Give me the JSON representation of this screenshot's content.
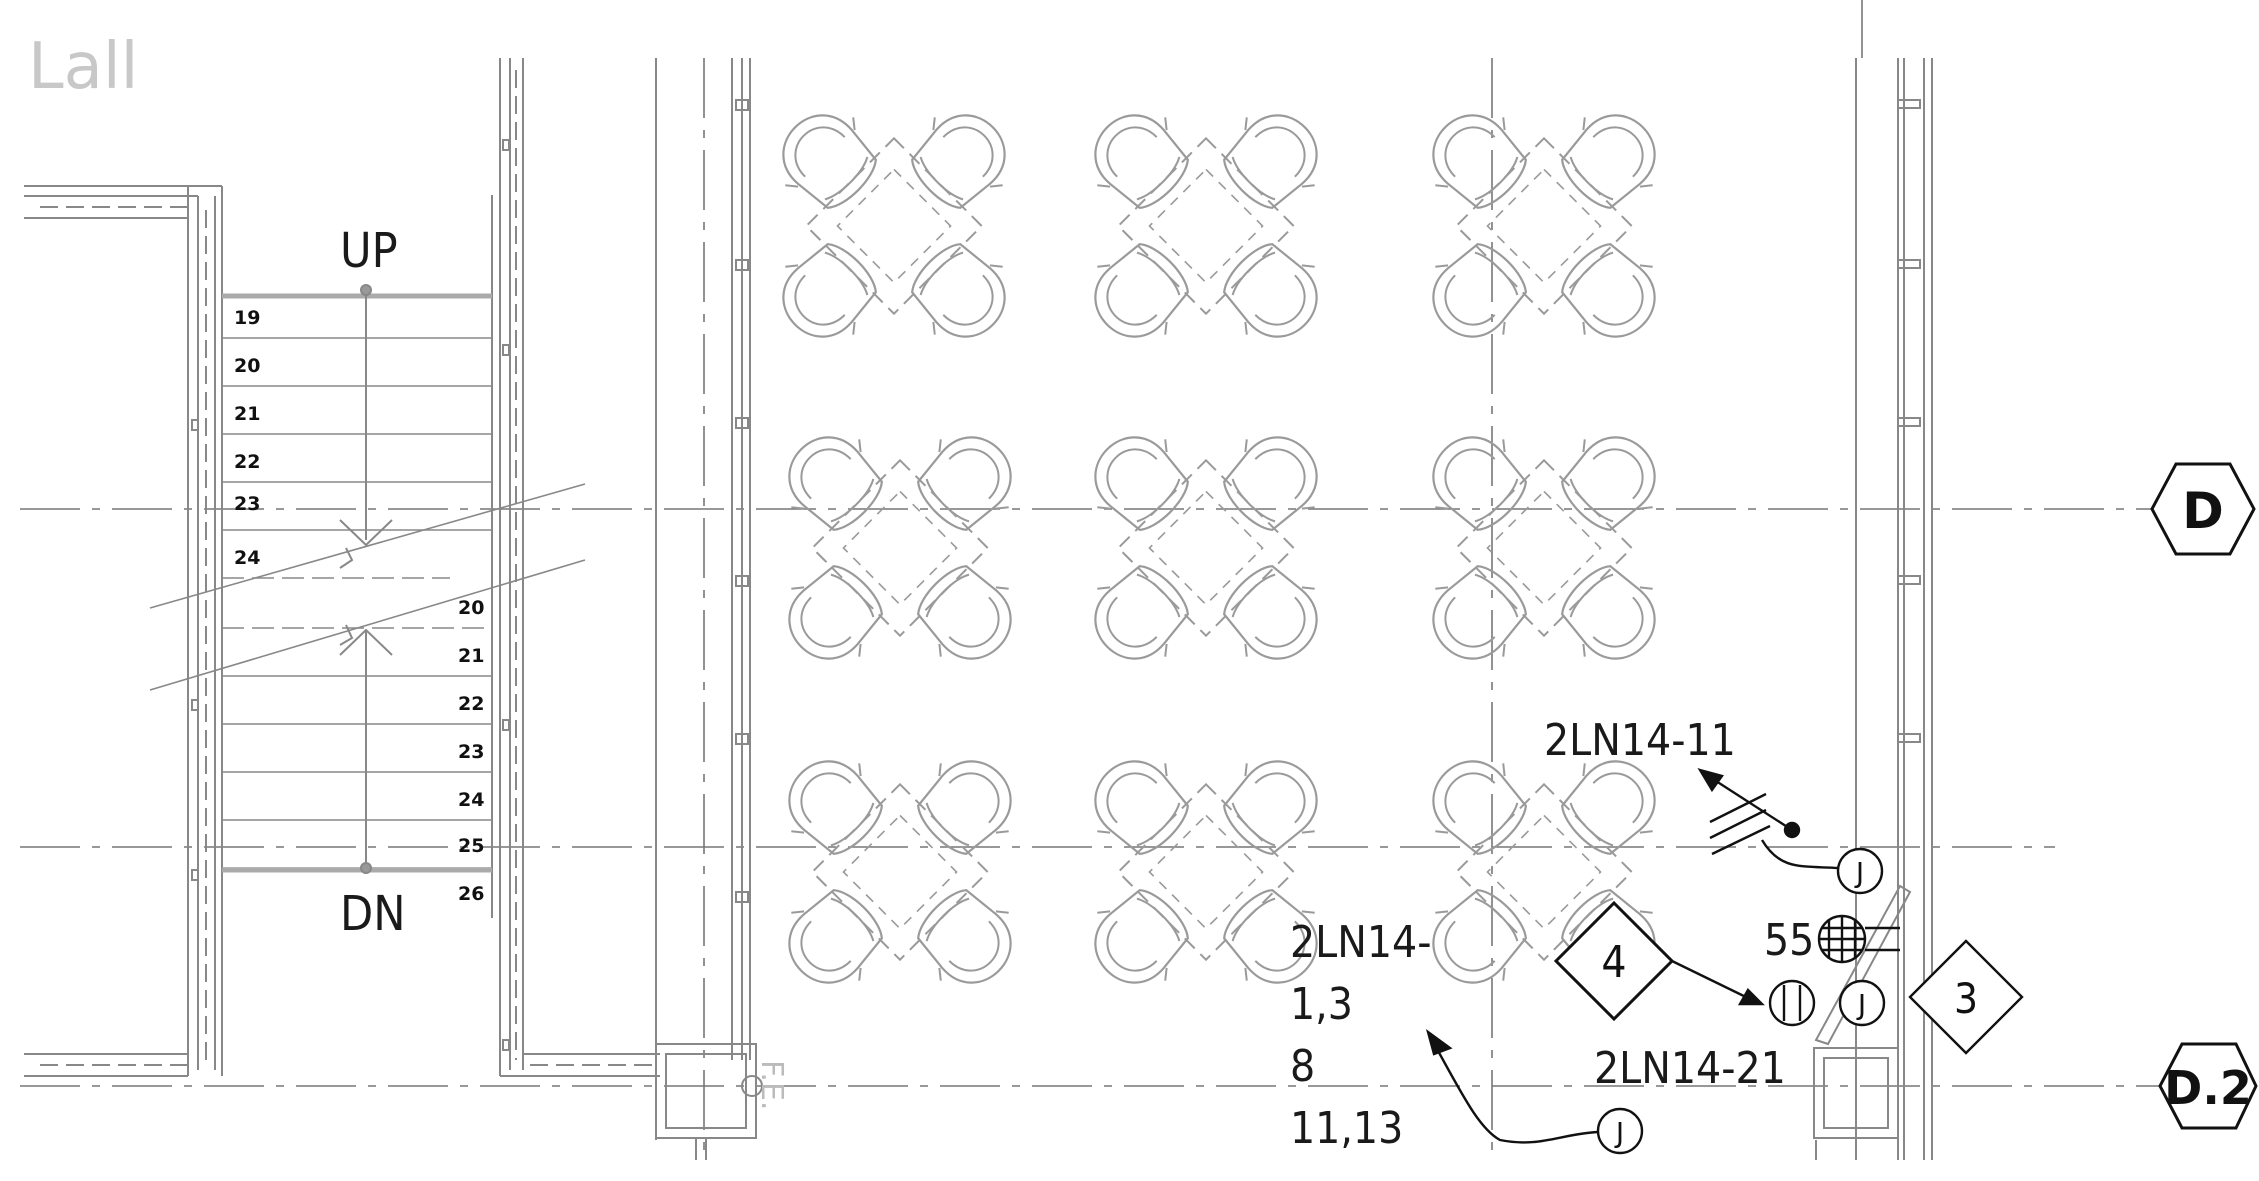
{
  "room_label": "Lall",
  "stair": {
    "up_label": "UP",
    "down_label": "DN",
    "upper_flight_numbers": [
      "19",
      "20",
      "21",
      "22",
      "23",
      "24"
    ],
    "lower_flight_numbers": [
      "20",
      "21",
      "22",
      "23",
      "24",
      "25",
      "26"
    ]
  },
  "grid_bubbles": {
    "d": "D",
    "d2": "D.2"
  },
  "tags": {
    "tag_4": "4",
    "tag_3": "3"
  },
  "devices": {
    "junction_label": "J",
    "device_55": "55"
  },
  "circuits": {
    "c1": "2LN14-11",
    "c2_line1": "2LN14-",
    "c2_line2": "1,3",
    "c2_line3": "8",
    "c2_line4": "11,13",
    "c3": "2LN14-21"
  },
  "fe_label": "F.E."
}
